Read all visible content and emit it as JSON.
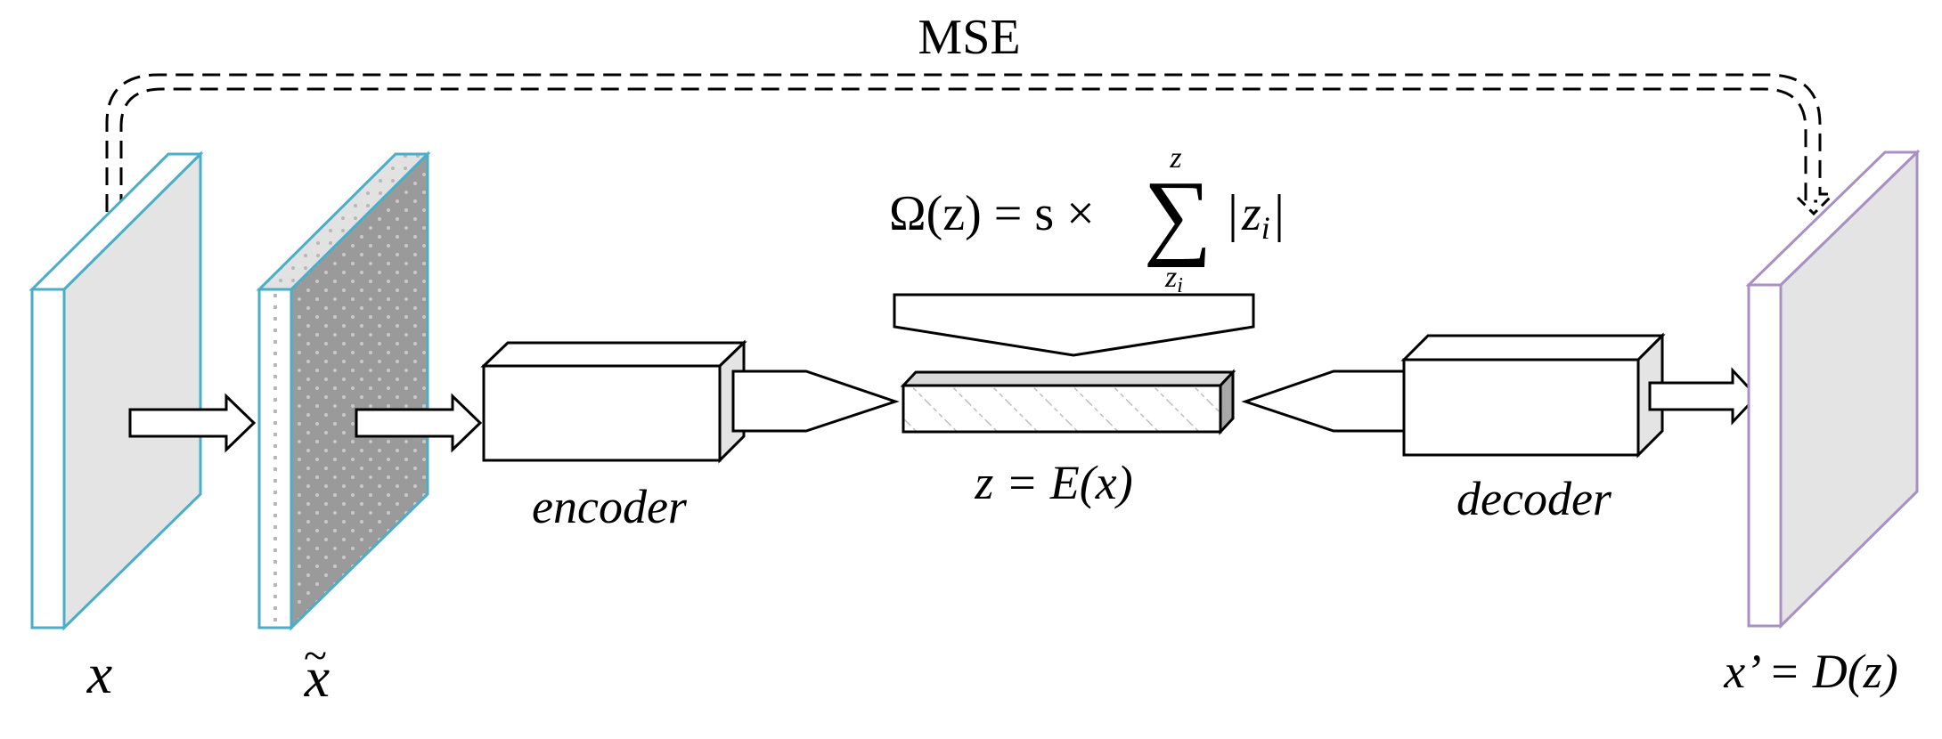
{
  "labels": {
    "loss": "MSE",
    "input": "x",
    "noisy_input": "x",
    "noisy_tilde": "~",
    "encoder": "encoder",
    "code": "z = E(x)",
    "decoder": "decoder",
    "output": "x’ = D(z)"
  },
  "formula": {
    "lhs": "Ω(z) = s ×",
    "sum_symbol": "∑",
    "sum_upper": "z",
    "sum_lower": "z",
    "sum_lower_sub": "i",
    "body_z": "z",
    "body_sub": "i"
  },
  "colors": {
    "input_edge": "#4aaec8",
    "output_edge": "#a990c4",
    "panel_fill": "#e4e4e4",
    "noisy_fill": "#9a9a9a",
    "stroke": "#000000"
  }
}
